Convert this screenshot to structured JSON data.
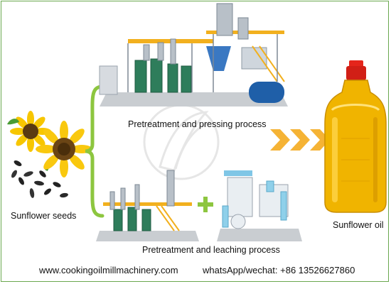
{
  "labels": {
    "seeds": "Sunflower seeds",
    "pressing": "Pretreatment and pressing process",
    "leaching": "Pretreatment and leaching process",
    "oil": "Sunflower oil"
  },
  "footer": {
    "website": "www.cookingoilmillmachinery.com",
    "contact": "whatsApp/wechat: +86 13526627860"
  },
  "colors": {
    "bracket": "#8dc63f",
    "arrow": "#f5b335",
    "border": "#6aa84f",
    "oil": "#f0b400",
    "cap": "#e5251b"
  },
  "icons": [
    "sunflower-icon",
    "bracket-icon",
    "arrow-icon",
    "plus-icon",
    "bottle-icon",
    "watermark-logo"
  ]
}
